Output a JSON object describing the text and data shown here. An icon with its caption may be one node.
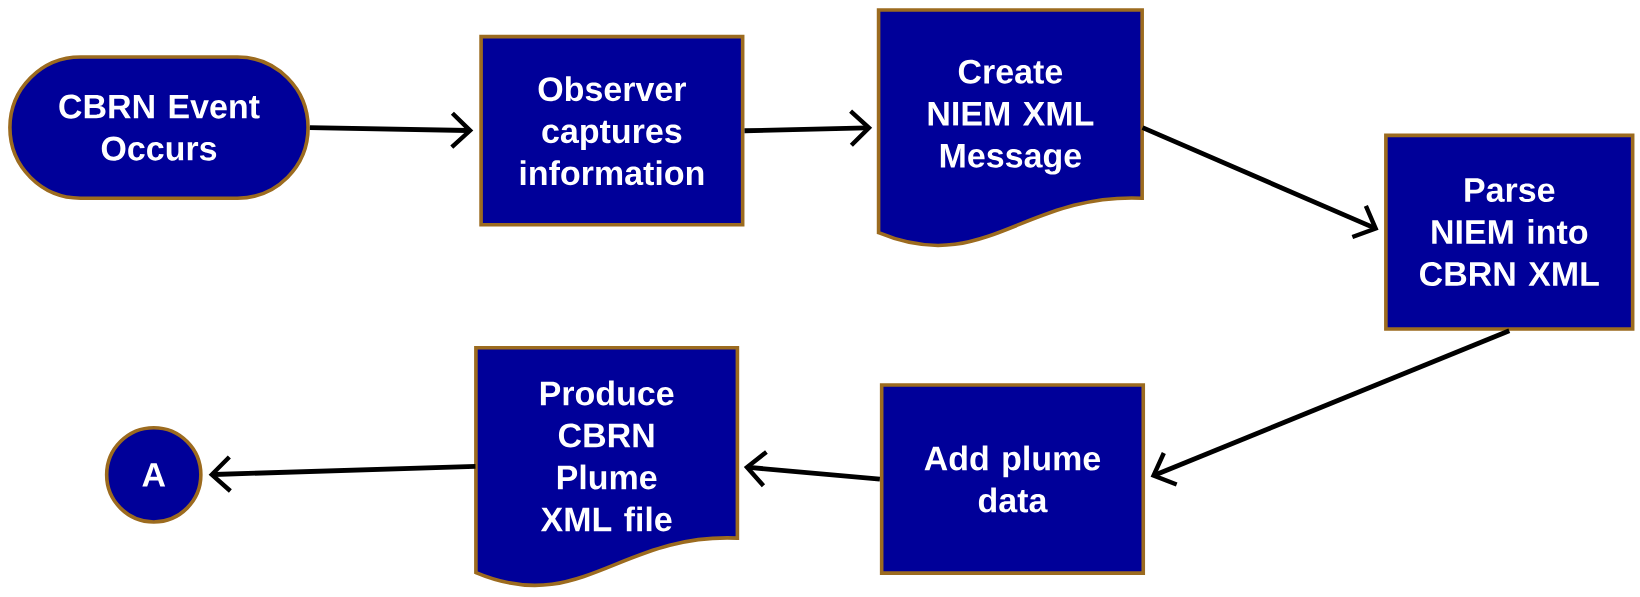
{
  "diagram": {
    "nodes": [
      {
        "text": [
          "CBRN Event Occurs"
        ]
      },
      {
        "text": [
          "Observer captures information"
        ]
      },
      {
        "text": [
          "Create NIEM XML Message"
        ]
      },
      {
        "text": [
          "Parse NIEM into CBRN XML"
        ]
      },
      {
        "text": [
          "Add plume data"
        ]
      },
      {
        "text": [
          "Produce CBRN Plume XML file"
        ]
      },
      {
        "text": [
          "A"
        ]
      }
    ],
    "edges": [
      {
        "from": 0,
        "to": 1,
        "arrow": "to"
      },
      {
        "from": 1,
        "to": 2,
        "arrow": "to"
      },
      {
        "from": 2,
        "to": 3,
        "arrow": "to"
      },
      {
        "from": 3,
        "to": 4,
        "arrow": "to"
      },
      {
        "from": 4,
        "to": 5,
        "arrow": "to"
      },
      {
        "from": 5,
        "to": 6,
        "arrow": "to"
      }
    ]
  }
}
